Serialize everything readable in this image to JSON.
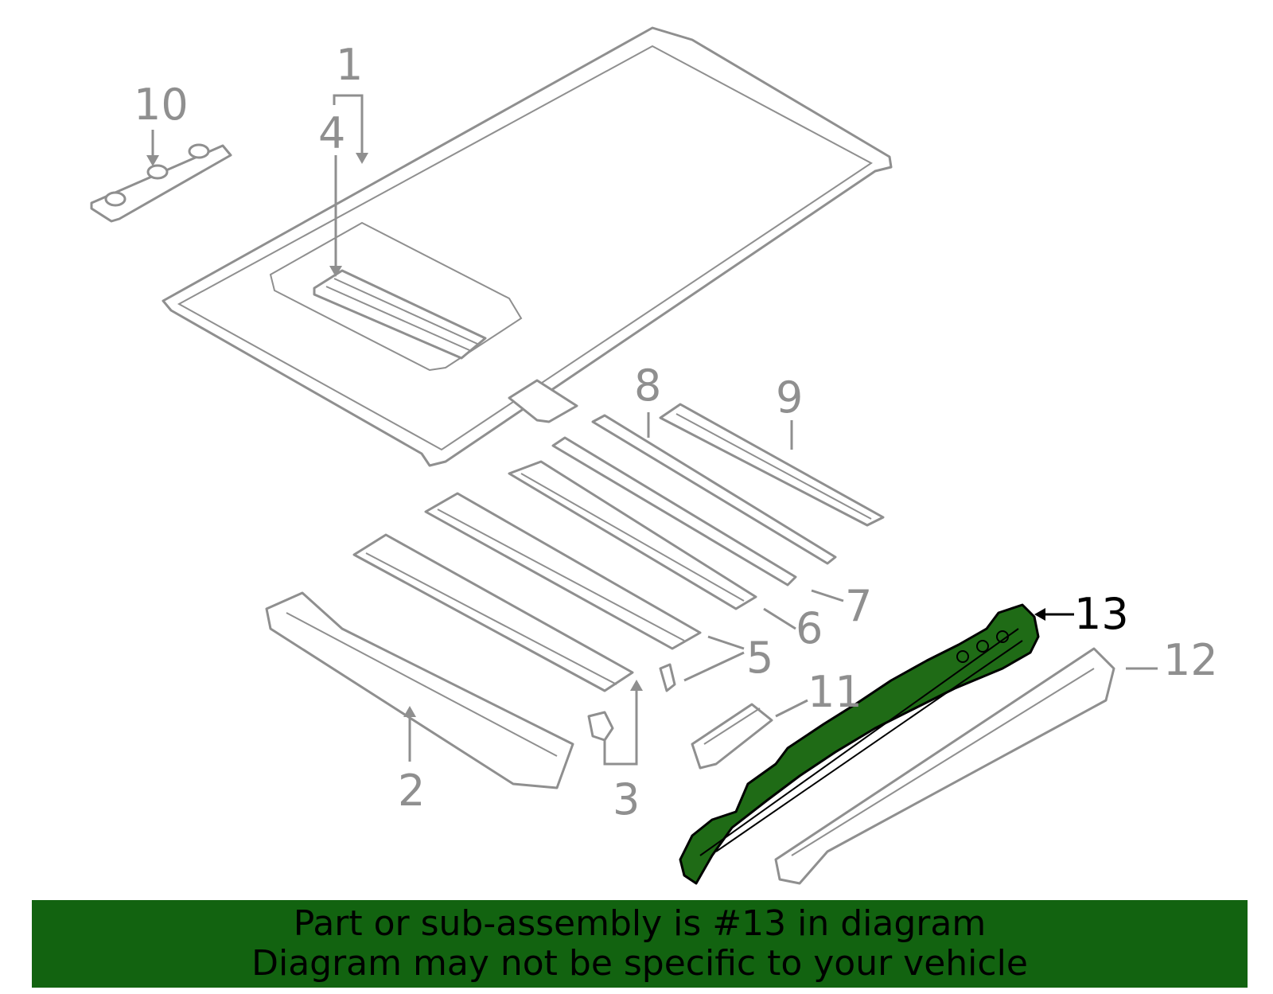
{
  "callouts": [
    "1",
    "2",
    "3",
    "4",
    "5",
    "6",
    "7",
    "8",
    "9",
    "10",
    "11",
    "12",
    "13"
  ],
  "highlighted_part": "13",
  "colors": {
    "highlight_fill": "#1f6b16",
    "banner_background": "#126310",
    "line_gray": "#8f8f8f"
  },
  "banner": {
    "line1": "Part or sub-assembly is #13 in diagram",
    "line2": "Diagram may not be specific to your vehicle"
  }
}
